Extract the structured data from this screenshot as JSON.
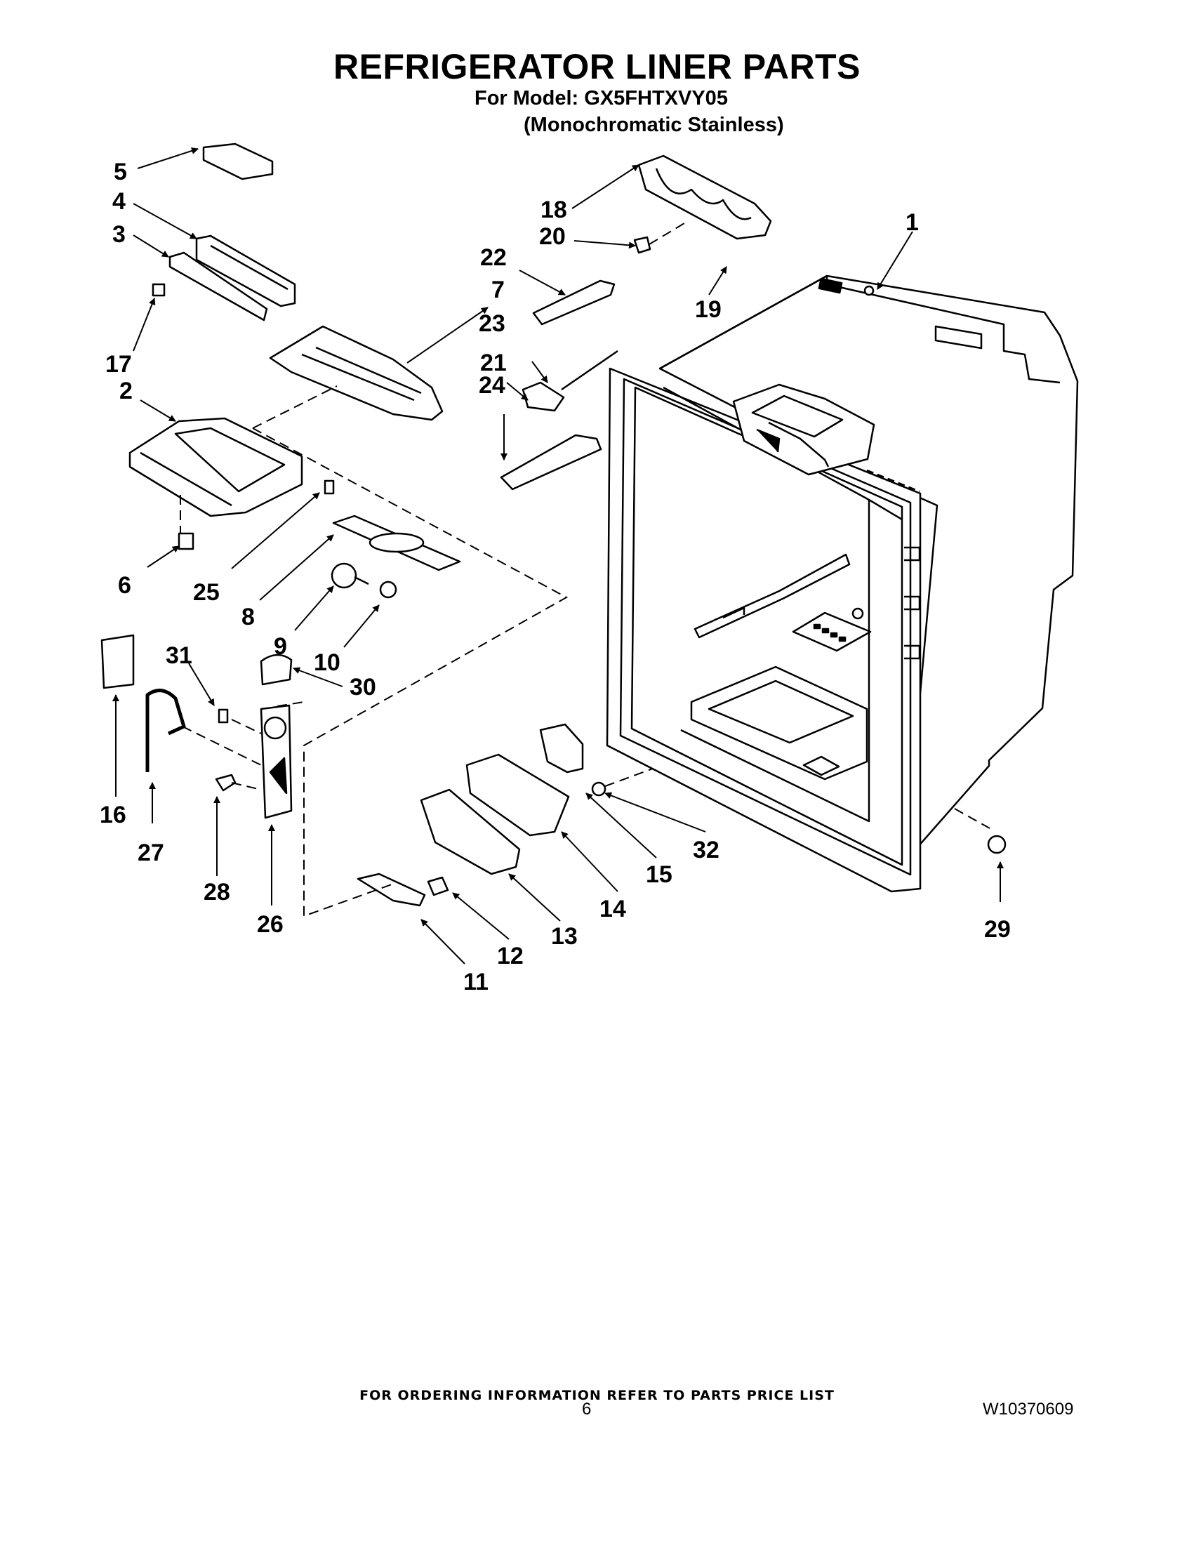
{
  "header": {
    "title": "REFRIGERATOR LINER PARTS",
    "model_line": "For Model: GX5FHTXVY05",
    "variant_line": "(Monochromatic Stainless)"
  },
  "callouts": [
    "1",
    "2",
    "3",
    "4",
    "5",
    "6",
    "7",
    "8",
    "9",
    "10",
    "11",
    "12",
    "13",
    "14",
    "15",
    "16",
    "17",
    "18",
    "19",
    "20",
    "21",
    "22",
    "23",
    "24",
    "25",
    "26",
    "27",
    "28",
    "29",
    "30",
    "31",
    "32"
  ],
  "footer": {
    "ordering_note": "FOR ORDERING INFORMATION REFER TO PARTS PRICE LIST",
    "page_number": "6",
    "document_number": "W10370609"
  }
}
